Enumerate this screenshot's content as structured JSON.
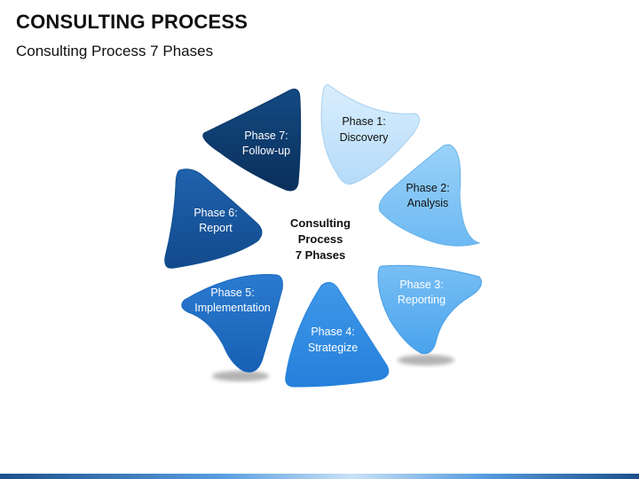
{
  "header": {
    "title": "CONSULTING PROCESS",
    "subtitle": "Consulting Process 7 Phases"
  },
  "center": {
    "line1": "Consulting",
    "line2": "Process",
    "line3": "7 Phases"
  },
  "phases": [
    {
      "name": "Phase 1:",
      "label": "Discovery",
      "color": "#c5e3fb",
      "text_color": "#111111"
    },
    {
      "name": "Phase 2:",
      "label": "Analysis",
      "color": "#7fc3f6",
      "text_color": "#111111"
    },
    {
      "name": "Phase 3:",
      "label": "Reporting",
      "color": "#5aaef0",
      "text_color": "#ffffff"
    },
    {
      "name": "Phase 4:",
      "label": "Strategize",
      "color": "#2f8ae0",
      "text_color": "#ffffff"
    },
    {
      "name": "Phase 5:",
      "label": "Implementation",
      "color": "#1d6cc2",
      "text_color": "#ffffff"
    },
    {
      "name": "Phase 6:",
      "label": "Report",
      "color": "#17549b",
      "text_color": "#ffffff"
    },
    {
      "name": "Phase 7:",
      "label": "Follow-up",
      "color": "#0e3a6b",
      "text_color": "#ffffff"
    }
  ]
}
